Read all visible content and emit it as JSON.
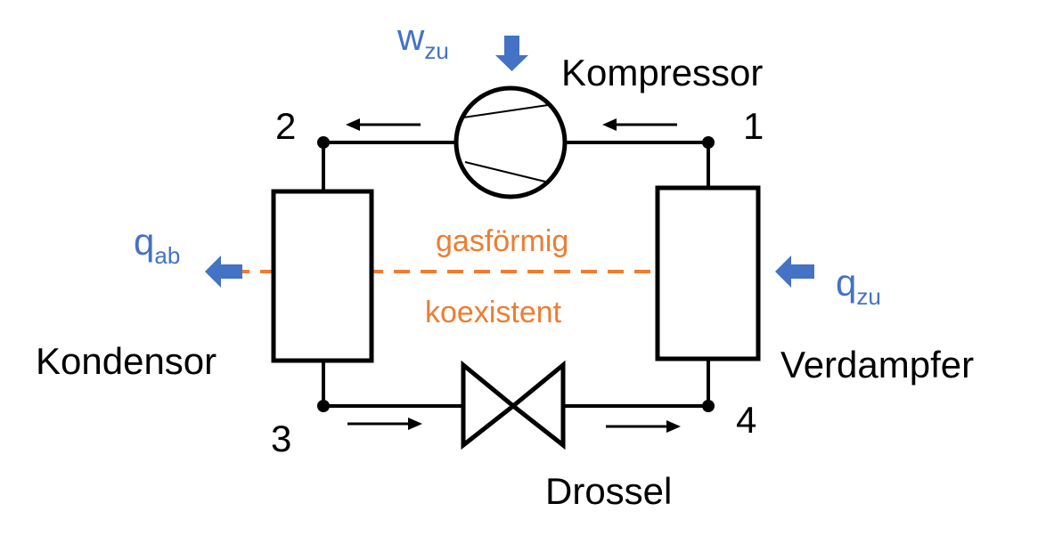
{
  "colors": {
    "line": "#000000",
    "heat_work": "#4472C4",
    "phase_boundary": "#ED7D31"
  },
  "components": {
    "compressor": "Kompressor",
    "condenser": "Kondensor",
    "evaporator": "Verdampfer",
    "throttle": "Drossel"
  },
  "states": {
    "s1": "1",
    "s2": "2",
    "s3": "3",
    "s4": "4"
  },
  "energy": {
    "w_main": "w",
    "w_sub": "zu",
    "q_out_main": "q",
    "q_out_sub": "ab",
    "q_in_main": "q",
    "q_in_sub": "zu"
  },
  "phases": {
    "upper": "gasförmig",
    "lower": "koexistent"
  },
  "icons": [
    "arrow-left-icon",
    "arrow-right-icon",
    "block-arrow-icon",
    "compressor-symbol",
    "throttle-valve-symbol"
  ]
}
